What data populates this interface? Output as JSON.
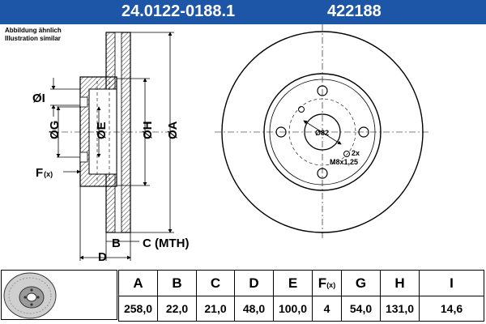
{
  "header": {
    "part_number": "24.0122-0188.1",
    "ref_number": "422188"
  },
  "note": {
    "line1": "Abbildung ähnlich",
    "line2": "Illustration similar"
  },
  "drawing": {
    "label_i": "ØI",
    "label_g": "ØG",
    "label_e": "ØE",
    "label_h": "ØH",
    "label_a": "ØA",
    "label_f": "F",
    "label_f_sub": "(x)",
    "label_b": "B",
    "label_c": "C (MTH)",
    "label_d": "D",
    "label_pcd": "Ø82",
    "label_bolt_count": "2x",
    "label_bolt_thread": "M8x1,25"
  },
  "table": {
    "headers": [
      "A",
      "B",
      "C",
      "D",
      "E",
      "F",
      "G",
      "H",
      "I"
    ],
    "f_suffix": "(x)",
    "values": [
      "258,0",
      "22,0",
      "21,0",
      "48,0",
      "100,0",
      "4",
      "54,0",
      "131,0",
      "14,6"
    ]
  }
}
